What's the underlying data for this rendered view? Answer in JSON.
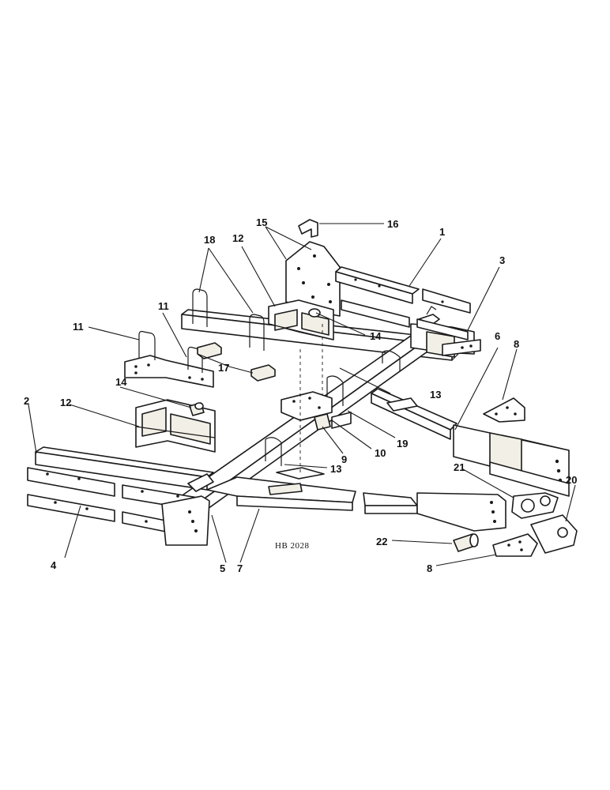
{
  "callouts": {
    "c1": "1",
    "c2": "2",
    "c3": "3",
    "c4": "4",
    "c5": "5",
    "c6": "6",
    "c7": "7",
    "c8a": "8",
    "c8b": "8",
    "c9": "9",
    "c10": "10",
    "c11a": "11",
    "c11b": "11",
    "c12a": "12",
    "c12b": "12",
    "c13a": "13",
    "c13b": "13",
    "c14a": "14",
    "c14b": "14",
    "c15": "15",
    "c16": "16",
    "c17": "17",
    "c18": "18",
    "c19": "19",
    "c20": "20",
    "c21": "21",
    "c22": "22"
  },
  "figure_ref": "HB 2028",
  "colors": {
    "line": "#1a1a1a",
    "paper": "#ffffff",
    "shade": "#f1efe6"
  }
}
